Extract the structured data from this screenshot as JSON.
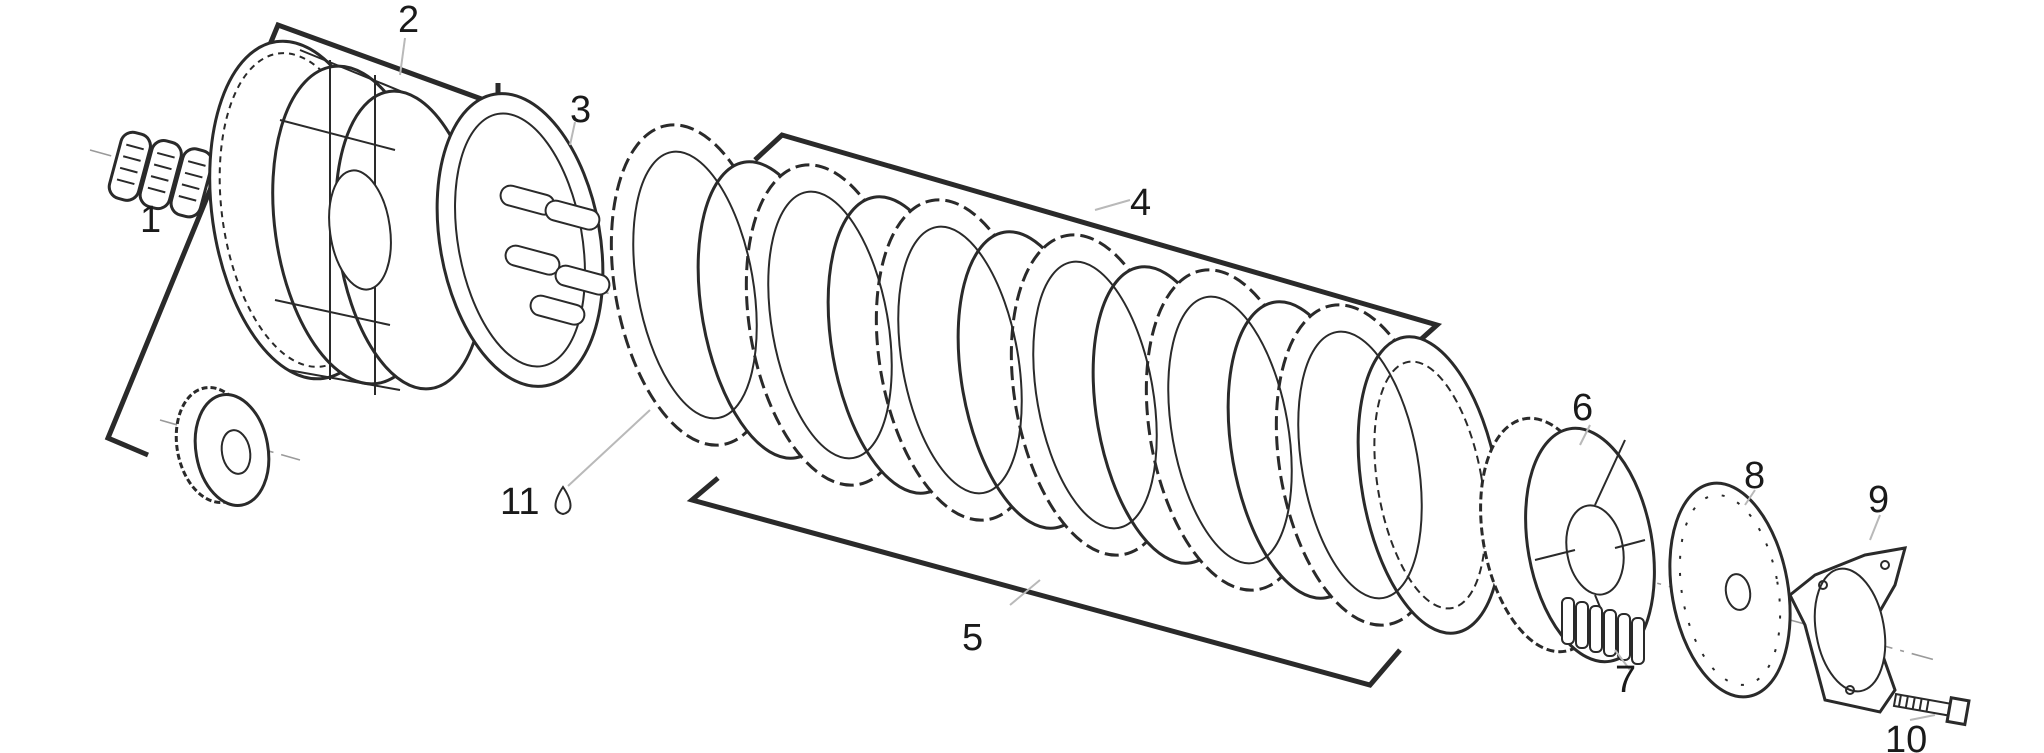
{
  "callouts": {
    "c1": "1",
    "c2": "2",
    "c3": "3",
    "c4": "4",
    "c5": "5",
    "c6": "6",
    "c7": "7",
    "c8": "8",
    "c9": "9",
    "c10": "10",
    "c11": "11"
  },
  "colors": {
    "ink": "#2a2a2a",
    "leader": "#b9b9b9",
    "background": "#ffffff"
  }
}
